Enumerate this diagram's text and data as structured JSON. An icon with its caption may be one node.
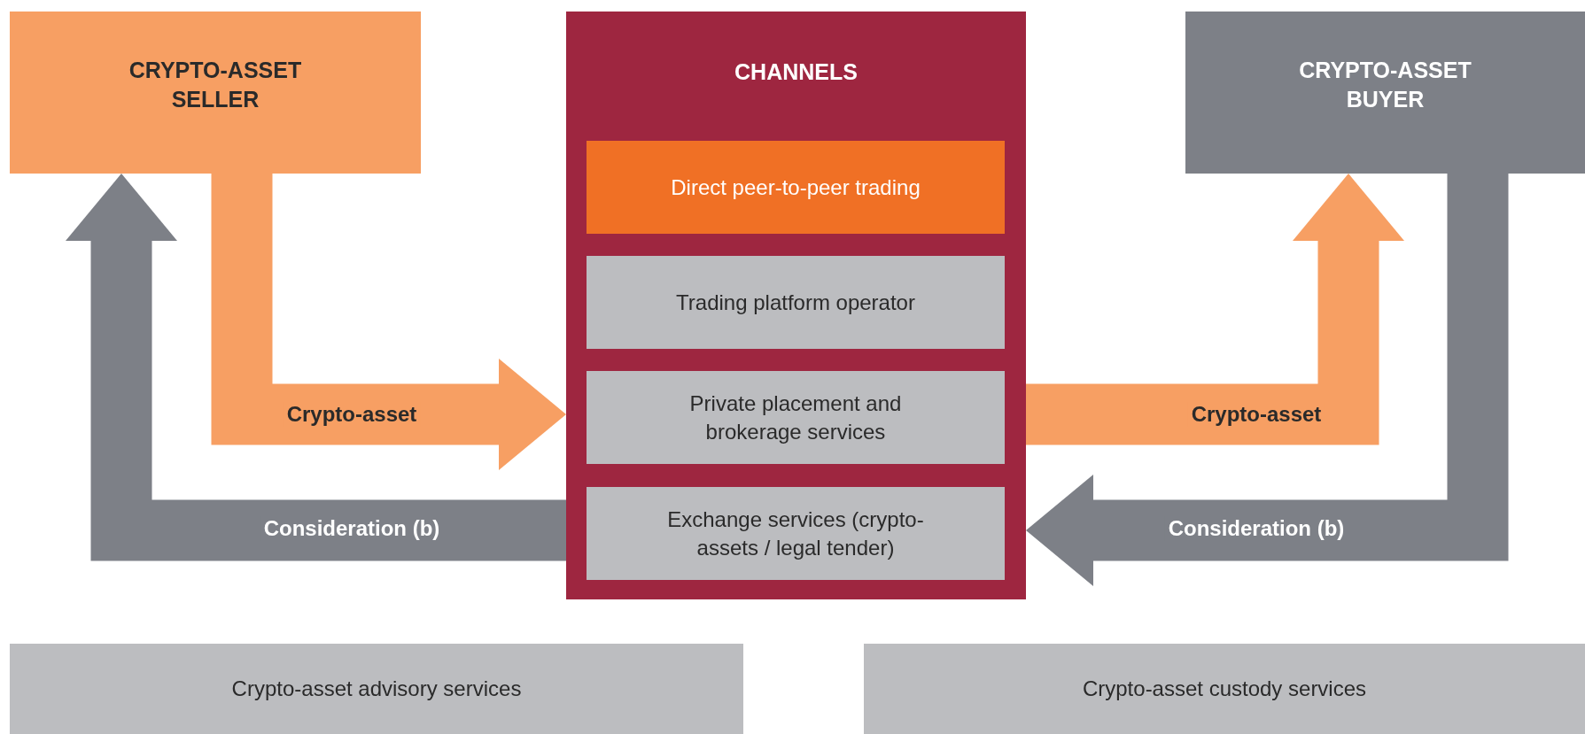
{
  "diagram": {
    "nodes": [
      {
        "text": [
          "CRYPTO-ASSET SELLER"
        ]
      },
      {
        "text": [
          "CHANNELS"
        ]
      },
      {
        "text": [
          "Direct peer-to-peer trading"
        ],
        "in": 1
      },
      {
        "text": [
          "Trading platform operator"
        ],
        "in": 1
      },
      {
        "text": [
          "Private placement and brokerage services"
        ],
        "in": 1
      },
      {
        "text": [
          "Exchange services (crypto-assets / legal tender)"
        ],
        "in": 1
      },
      {
        "text": [
          "CRYPTO-ASSET BUYER"
        ]
      },
      {
        "text": [
          "Crypto-asset advisory services"
        ]
      },
      {
        "text": [
          "Crypto-asset custody services"
        ]
      }
    ],
    "edges": [
      {
        "from": 0,
        "to": 1,
        "arrow": "to",
        "label": "Crypto-asset",
        "color": "#f79f63"
      },
      {
        "from": 1,
        "to": 6,
        "arrow": "to",
        "label": "Crypto-asset",
        "color": "#f79f63"
      },
      {
        "from": 6,
        "to": 1,
        "arrow": "to",
        "label": "Consideration (b)",
        "color": "#7d8087"
      },
      {
        "from": 1,
        "to": 0,
        "arrow": "to",
        "label": "Consideration (b)",
        "color": "#7d8087"
      }
    ]
  }
}
